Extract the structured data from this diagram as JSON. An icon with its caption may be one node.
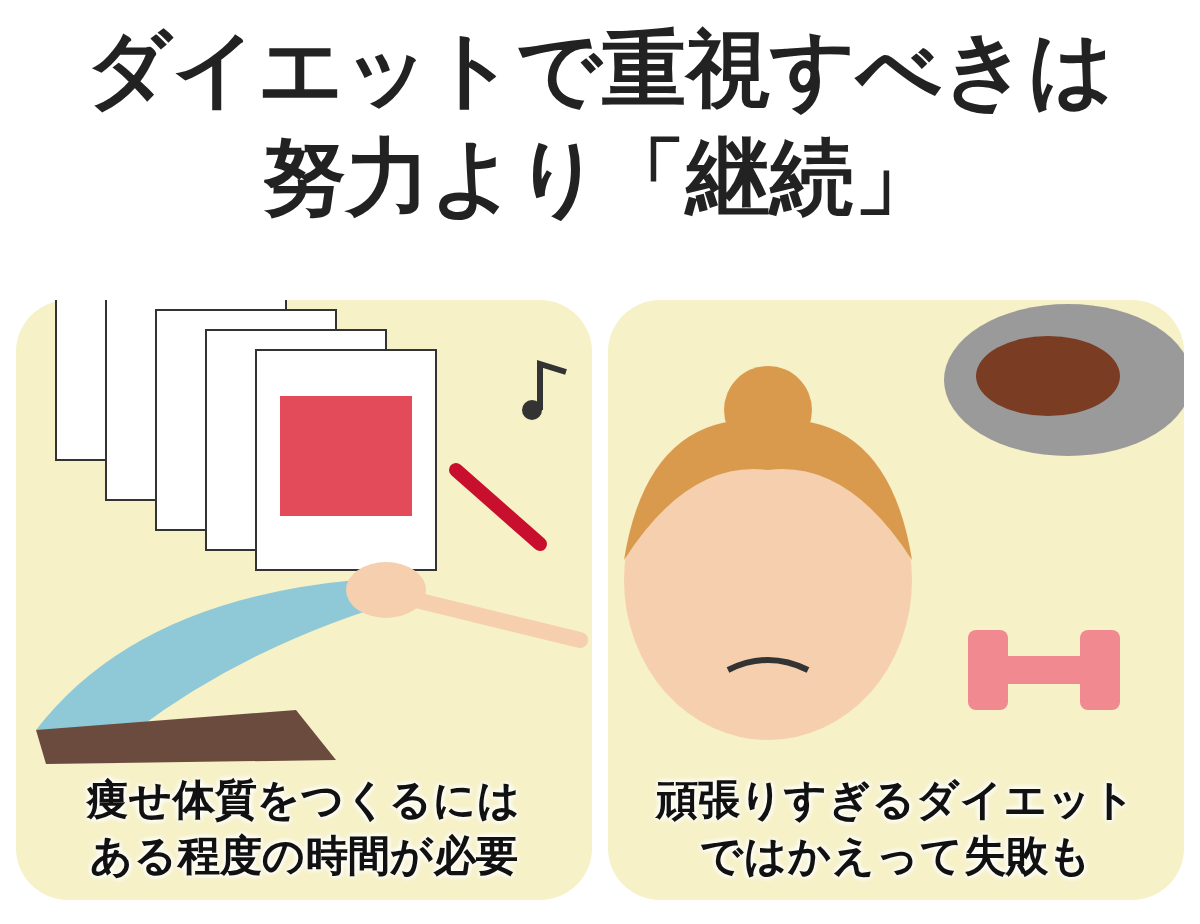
{
  "diagram": {
    "title": "ダイエットで重視すべきは努力より「**継続**」",
    "labels": [
      "痩せ体質をつくるにはある程度の時間が必要",
      "頑張りすぎるダイエットではかえって失敗も"
    ]
  }
}
